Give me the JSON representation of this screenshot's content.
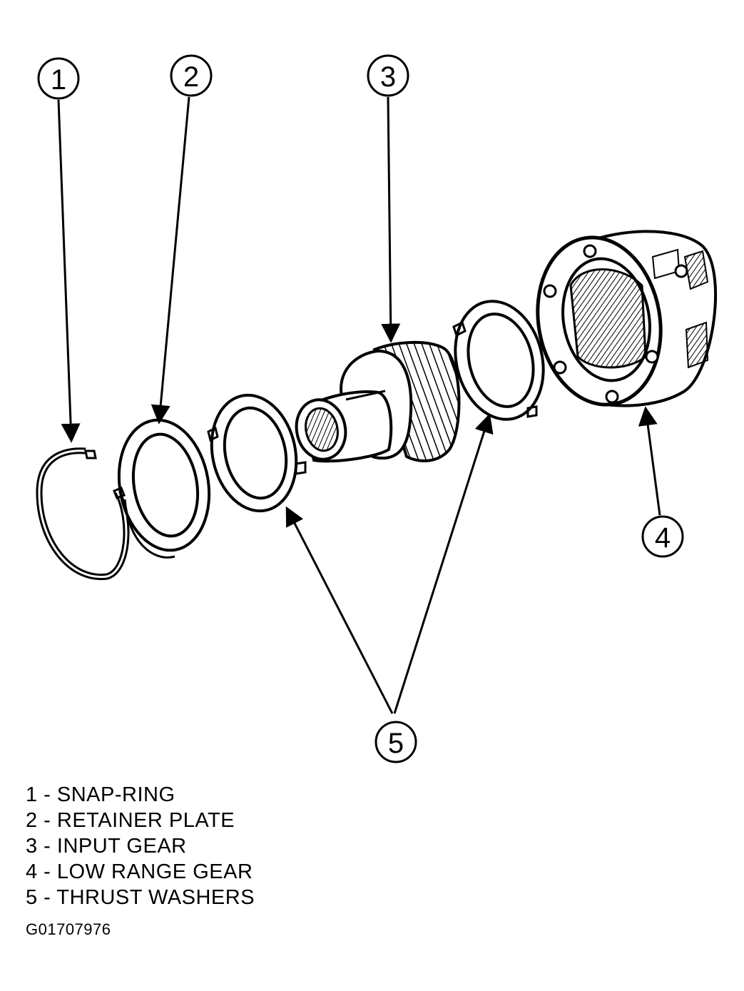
{
  "callouts": [
    {
      "number": "1"
    },
    {
      "number": "2"
    },
    {
      "number": "3"
    },
    {
      "number": "4"
    },
    {
      "number": "5"
    }
  ],
  "legend": [
    "1 - SNAP-RING",
    "2 - RETAINER PLATE",
    "3 - INPUT GEAR",
    "4 - LOW RANGE GEAR",
    "5 - THRUST WASHERS"
  ],
  "figure_id": "G01707976",
  "colors": {
    "line": "#000000",
    "background": "#ffffff"
  }
}
